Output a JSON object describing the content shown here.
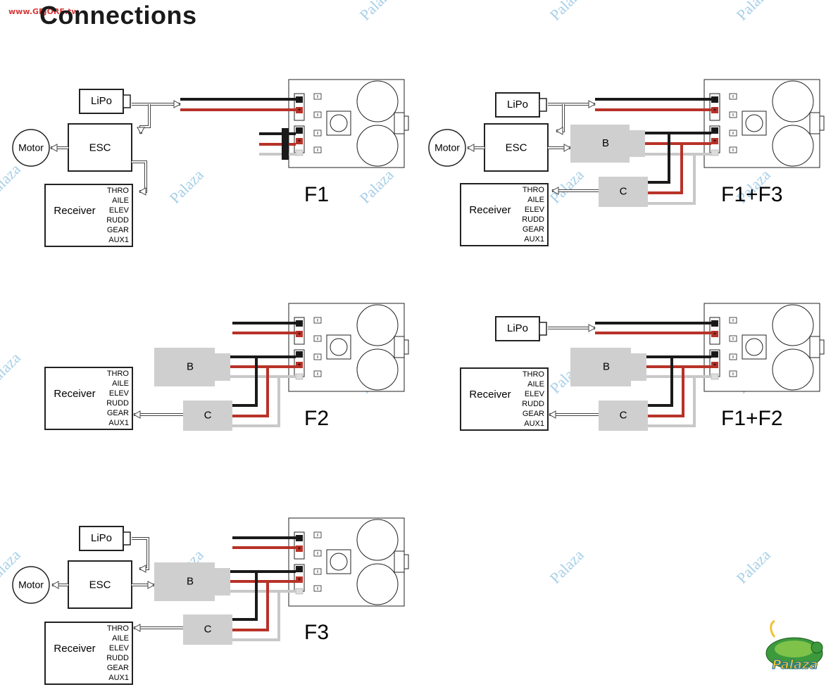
{
  "site_url": "www.GEJORE.tw",
  "title": "Connections",
  "watermark": "Palaza",
  "logo_text": "Palaza",
  "labels": {
    "lipo": "LiPo",
    "esc": "ESC",
    "motor": "Motor",
    "receiver": "Receiver",
    "b": "B",
    "c": "C",
    "minus": "−",
    "plus": "+"
  },
  "channels": [
    "THRO",
    "AILE",
    "ELEV",
    "RUDD",
    "GEAR",
    "AUX1"
  ],
  "diagrams": [
    {
      "id": "f1",
      "caption": "F1"
    },
    {
      "id": "f1f3",
      "caption": "F1+F3"
    },
    {
      "id": "f2",
      "caption": "F2"
    },
    {
      "id": "f1f2",
      "caption": "F1+F2"
    },
    {
      "id": "f3",
      "caption": "F3"
    }
  ],
  "colors": {
    "wire_black": "#1a1a1a",
    "wire_red": "#b83228",
    "wire_white": "#c8c8c8",
    "plug_gray": "#cfcfcf",
    "watermark": "#a8d0e8"
  }
}
